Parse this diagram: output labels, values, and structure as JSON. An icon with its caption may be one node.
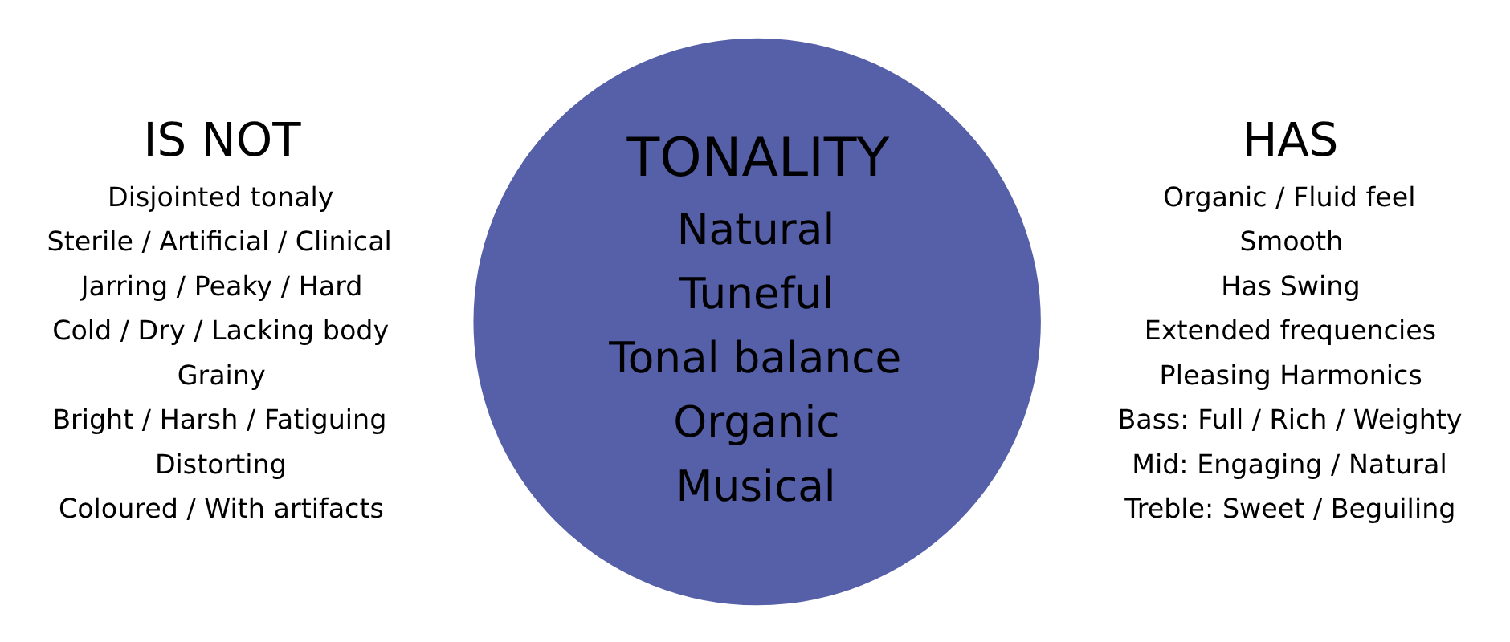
{
  "diagram": {
    "nodes": [
      {
        "text": [
          "TONALITY",
          "Natural",
          "Tuneful",
          "Tonal balance",
          "Organic",
          "Musical"
        ]
      }
    ],
    "labels": [
      "IS NOT",
      "Disjointed tonaly",
      "Sterile / Artificial / Clinical",
      "Jarring / Peaky / Hard",
      "Cold / Dry / Lacking body",
      "Grainy",
      "Bright / Harsh / Fatiguing",
      "Distorting",
      "Coloured / With artifacts",
      "HAS",
      "Organic / Fluid feel",
      "Smooth",
      "Has Swing",
      "Extended frequencies",
      "Pleasing Harmonics",
      "Bass: Full / Rich / Weighty",
      "Mid: Engaging / Natural",
      "Treble: Sweet / Beguiling"
    ]
  }
}
